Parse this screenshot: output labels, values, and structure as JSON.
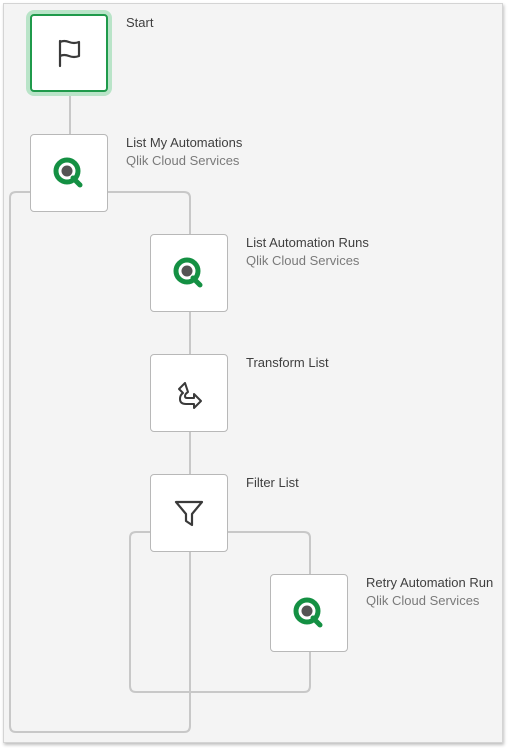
{
  "workflow": {
    "start": {
      "label": "Start",
      "icon": "flag-icon"
    },
    "list_my_automations": {
      "label": "List My Automations",
      "subtitle": "Qlik Cloud Services",
      "icon": "qlik-icon"
    },
    "list_automation_runs": {
      "label": "List Automation Runs",
      "subtitle": "Qlik Cloud Services",
      "icon": "qlik-icon"
    },
    "transform_list": {
      "label": "Transform List",
      "icon": "transform-arrow-icon"
    },
    "filter_list": {
      "label": "Filter List",
      "icon": "funnel-icon"
    },
    "retry_automation_run": {
      "label": "Retry Automation Run",
      "subtitle": "Qlik Cloud Services",
      "icon": "qlik-icon"
    }
  },
  "colors": {
    "qlik_green": "#149043",
    "start_border": "#1f9a4b",
    "start_glow": "#b9e4c8",
    "connector": "#c8c8c8"
  }
}
